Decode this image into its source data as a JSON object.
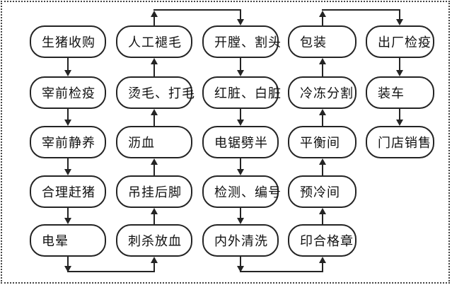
{
  "page": {
    "background_color": "#ffffff",
    "border_color": "#444444",
    "border_style": "dotted"
  },
  "flowchart": {
    "type": "process-flow",
    "colors": {
      "line": "#242424",
      "node_border": "#242424",
      "node_fill": "#ffffff",
      "text": "#111111"
    },
    "columns": [
      {
        "direction": "down",
        "nodes": [
          "生猪收购",
          "宰前检疫",
          "宰前静养",
          "合理赶猪",
          "电晕"
        ]
      },
      {
        "direction": "up",
        "nodes": [
          "人工褪毛",
          "烫毛、打毛",
          "沥血",
          "吊挂后脚",
          "刺杀放血"
        ]
      },
      {
        "direction": "down",
        "nodes": [
          "开膛、割头",
          "红脏、白脏",
          "电锯劈半",
          "检测、编号",
          "内外清洗"
        ]
      },
      {
        "direction": "up",
        "nodes": [
          "包装",
          "冷冻分割",
          "平衡间",
          "预冷间",
          "印合格章"
        ]
      },
      {
        "direction": "down",
        "nodes": [
          "出厂检疫",
          "装车",
          "门店销售"
        ]
      }
    ],
    "process_sequence": [
      "生猪收购",
      "宰前检疫",
      "宰前静养",
      "合理赶猪",
      "电晕",
      "刺杀放血",
      "吊挂后脚",
      "沥血",
      "烫毛、打毛",
      "人工褪毛",
      "开膛、割头",
      "红脏、白脏",
      "电锯劈半",
      "检测、编号",
      "内外清洗",
      "印合格章",
      "预冷间",
      "平衡间",
      "冷冻分割",
      "包装",
      "出厂检疫",
      "装车",
      "门店销售"
    ]
  }
}
